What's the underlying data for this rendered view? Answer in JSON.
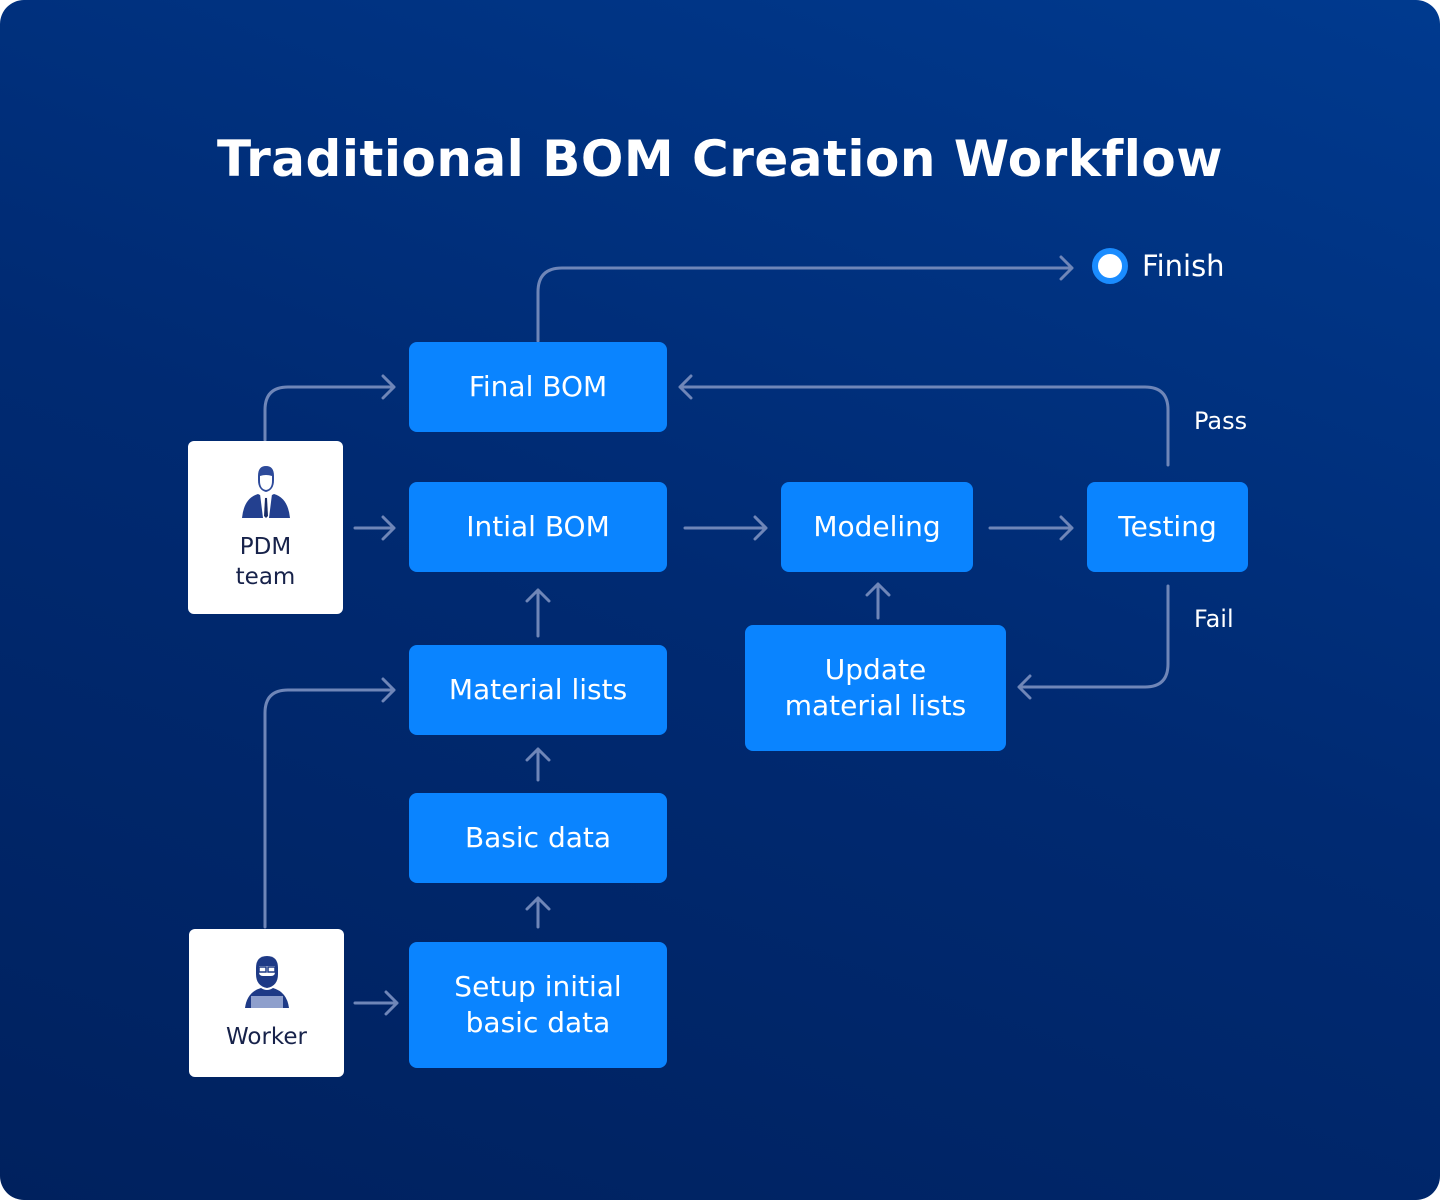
{
  "title": "Traditional BOM Creation Workflow",
  "colors": {
    "node_fill": "#0a84ff",
    "connector": "#6f86b8",
    "finish_ring": "#1a8cff",
    "actor_text": "#17224a"
  },
  "actors": {
    "pdm": {
      "label": "PDM\nteam",
      "icon": "businessman-icon"
    },
    "worker": {
      "label": "Worker",
      "icon": "bearded-worker-icon"
    }
  },
  "nodes": {
    "final_bom": "Final BOM",
    "initial_bom": "Intial BOM",
    "modeling": "Modeling",
    "testing": "Testing",
    "material_lists": "Material lists",
    "update_material_lists": "Update\nmaterial lists",
    "basic_data": "Basic data",
    "setup_initial_basic_data": "Setup initial\nbasic data"
  },
  "edge_labels": {
    "pass": "Pass",
    "fail": "Fail"
  },
  "finish": {
    "label": "Finish",
    "icon": "finish-dot-icon"
  },
  "edges": [
    {
      "from": "PDM team",
      "to": "Final BOM"
    },
    {
      "from": "PDM team",
      "to": "Intial BOM"
    },
    {
      "from": "Worker",
      "to": "Material lists"
    },
    {
      "from": "Worker",
      "to": "Setup initial basic data"
    },
    {
      "from": "Setup initial basic data",
      "to": "Basic data"
    },
    {
      "from": "Basic data",
      "to": "Material lists"
    },
    {
      "from": "Material lists",
      "to": "Intial BOM"
    },
    {
      "from": "Intial BOM",
      "to": "Modeling"
    },
    {
      "from": "Modeling",
      "to": "Testing"
    },
    {
      "from": "Update material lists",
      "to": "Modeling"
    },
    {
      "from": "Testing",
      "to": "Final BOM",
      "label": "Pass"
    },
    {
      "from": "Testing",
      "to": "Update material lists",
      "label": "Fail"
    },
    {
      "from": "Final BOM",
      "to": "Finish"
    }
  ]
}
